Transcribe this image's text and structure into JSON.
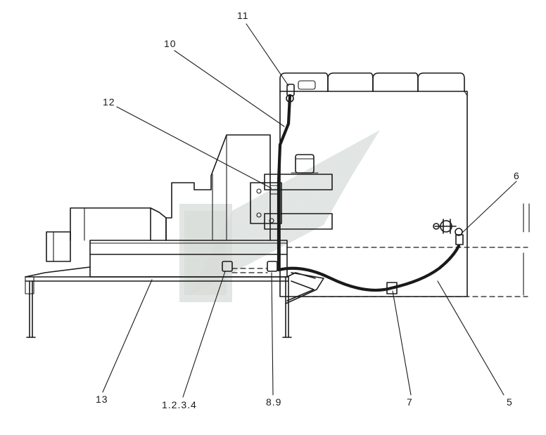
{
  "callouts": {
    "c11": "11",
    "c10": "10",
    "c12": "12",
    "c6": "6",
    "c13": "13",
    "c1234": "1.2.3.4",
    "c89": "8.9",
    "c7": "7",
    "c5": "5"
  }
}
